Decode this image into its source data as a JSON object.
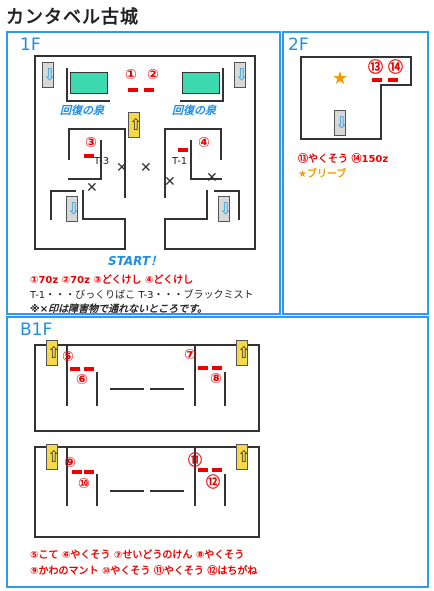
{
  "title": "カンタベル古城",
  "floors": {
    "f1": {
      "label": "1F",
      "fountain_label": "回復の泉",
      "start_label": "START！",
      "trap_a": "T-3",
      "trap_b": "T-1",
      "legend_items": "①70z ②70z ③どくけし ④どくけし",
      "traps_note": "T-1・・・びっくりばこ T-3・・・ブラックミスト",
      "obstacle_note": "※×印は障害物で通れないところです。"
    },
    "f2": {
      "label": "2F",
      "legend_items": "⑬やくそう ⑭150z",
      "legend_star": "★ブリーブ",
      "star_glyph": "★"
    },
    "b1": {
      "label": "B1F",
      "legend_line1": "⑤こて ⑥やくそう ⑦せいどうのけん ⑧やくそう",
      "legend_line2": "⑨かわのマント ⑩やくそう ⑪やくそう ⑫はちがね"
    }
  },
  "markers": {
    "m1": "①",
    "m2": "②",
    "m3": "③",
    "m4": "④",
    "m5": "⑤",
    "m6": "⑥",
    "m7": "⑦",
    "m8": "⑧",
    "m9": "⑨",
    "m10": "⑩",
    "m11": "⑪",
    "m12": "⑫",
    "m13": "⑬",
    "m14": "⑭"
  },
  "icons": {
    "stair_down": "down-arrow-icon",
    "stair_up": "up-arrow-icon",
    "obstacle": "x-mark-icon",
    "down_glyph": "⇩",
    "up_glyph": "⇧",
    "x_glyph": "✕"
  },
  "colors": {
    "panel_border": "#2e9be5",
    "marker": "#e00000",
    "fountain": "#3ddab0",
    "stair_up": "#f5d94a",
    "star": "#f29a00"
  }
}
